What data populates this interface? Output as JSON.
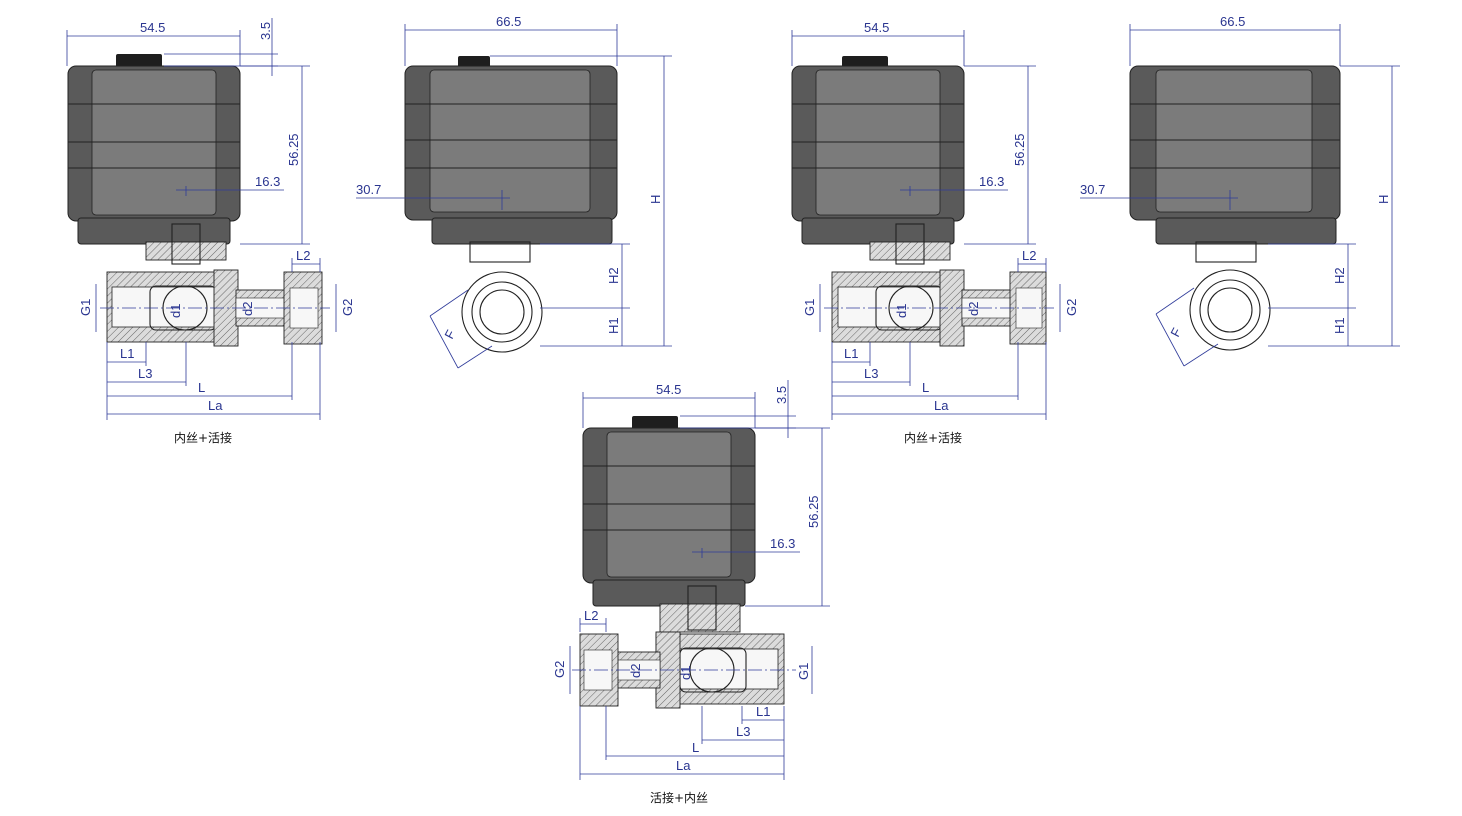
{
  "colors": {
    "dimension_line": "#2f3b9a",
    "dimension_text": "#2a3590",
    "actuator_body": "#5a5a5a",
    "caption_text": "#111111"
  },
  "dims": {
    "actuator_width": "54.5",
    "actuator_width_alt": "66.5",
    "knob_height": "3.5",
    "actuator_height": "56.25",
    "axis_offset": "16.3",
    "side_offset": "30.7",
    "G1": "G1",
    "G2": "G2",
    "d1": "d1",
    "d2": "d2",
    "L1": "L1",
    "L2": "L2",
    "L3": "L3",
    "L": "L",
    "La": "La",
    "H": "H",
    "H1": "H1",
    "H2": "H2",
    "F": "F"
  },
  "captions": {
    "female_union": "内丝+活接",
    "union_female": "活接+内丝"
  }
}
